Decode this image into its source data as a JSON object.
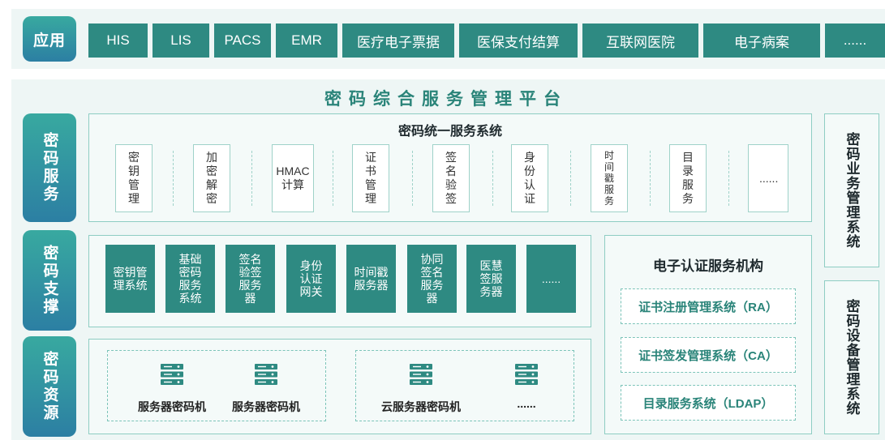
{
  "app_row": {
    "label": "应用",
    "items": [
      "HIS",
      "LIS",
      "PACS",
      "EMR",
      "医疗电子票据",
      "医保支付结算",
      "互联网医院",
      "电子病案",
      "......"
    ]
  },
  "platform": {
    "title": "密码综合服务管理平台"
  },
  "crypto_service": {
    "label": "密码服务",
    "system_title": "密码统一服务系统",
    "cards": [
      "密钥管理",
      "加密解密",
      "HMAC计算",
      "证书管理",
      "签名验签",
      "身份认证",
      "时间戳服务",
      "目录服务",
      "......"
    ]
  },
  "crypto_support": {
    "label": "密码支撑",
    "boxes": [
      "密钥管理系统",
      "基础密码服务系统",
      "签名验签服务器",
      "身份认证网关",
      "时间戳服务器",
      "协同签名服务器",
      "医慧签服务器",
      "......"
    ]
  },
  "crypto_resource": {
    "label": "密码资源",
    "servers": [
      "服务器密码机",
      "服务器密码机",
      "云服务器密码机",
      "......"
    ]
  },
  "ca_org": {
    "title": "电子认证服务机构",
    "systems": [
      "证书注册管理系统（RA）",
      "证书签发管理系统（CA）",
      "目录服务系统（LDAP）"
    ]
  },
  "right_panels": {
    "business": "密码业务管理系统",
    "device": "密码设备管理系统"
  },
  "colors": {
    "teal": "#2e8a82",
    "title_teal": "#2a8479",
    "panel_bg": "#eef6f5",
    "gradient_top": "#38a9a0",
    "gradient_bottom": "#2c7fa3"
  }
}
